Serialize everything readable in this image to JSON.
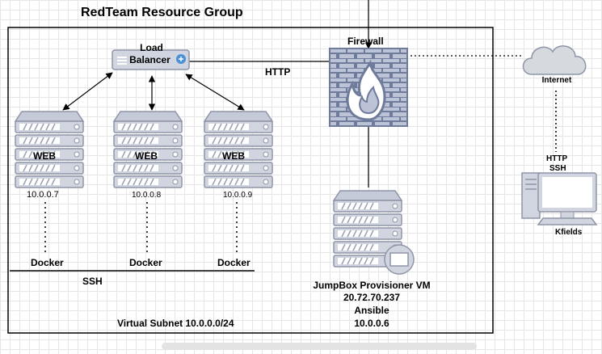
{
  "title": "RedTeam Resource Group",
  "load_balancer": {
    "label_line1": "Load",
    "label_line2": "Balancer"
  },
  "firewall": {
    "label": "Firewall"
  },
  "connection_http": "HTTP",
  "web_servers": [
    {
      "label": "WEB",
      "ip": "10.0.0.7",
      "container": "Docker"
    },
    {
      "label": "WEB",
      "ip": "10.0.0.8",
      "container": "Docker"
    },
    {
      "label": "WEB",
      "ip": "10.0.0.9",
      "container": "Docker"
    }
  ],
  "ssh_label": "SSH",
  "subnet_label": "Virtual Subnet 10.0.0.0/24",
  "jumpbox": {
    "name": "JumpBox Provisioner VM",
    "public_ip": "20.72.70.237",
    "tool": "Ansible",
    "private_ip": "10.0.0.6"
  },
  "internet": {
    "label": "Internet"
  },
  "client": {
    "protocol1": "HTTP",
    "protocol2": "SSH",
    "name": "Kfields"
  },
  "colors": {
    "server_fill": "#d1d5e0",
    "server_stroke": "#8f95a8",
    "firewall_fill": "#bcc3d6",
    "firewall_stroke": "#6f7b9a",
    "cloud_fill": "#d6d9de"
  }
}
